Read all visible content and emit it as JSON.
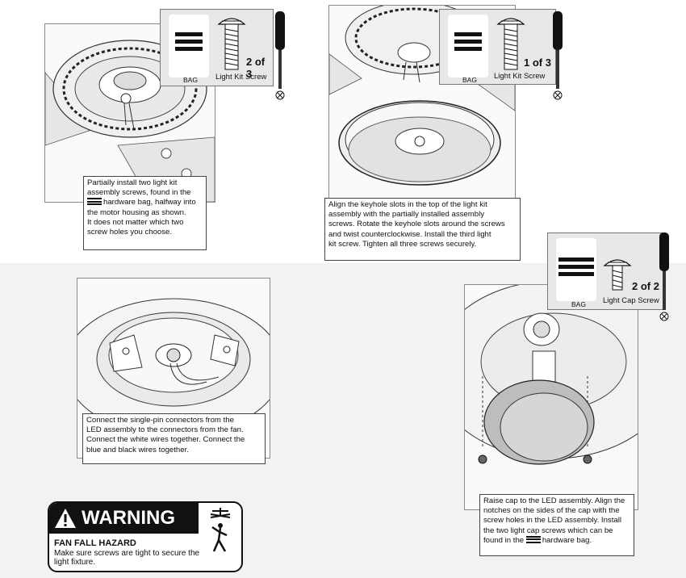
{
  "steps": [
    {
      "caption_lines": [
        "Partially install two light kit",
        "assembly screws, found in the",
        "hardware bag, halfway into",
        "the motor housing as shown.",
        "It does not matter which two",
        "screw holes you choose."
      ],
      "screw_count": "2 of 3",
      "screw_name": "Light Kit Screw",
      "bag_label": "BAG"
    },
    {
      "caption_lines": [
        "Align the keyhole slots in the top of the light kit",
        "assembly with the partially installed assembly",
        "screws. Rotate the keyhole slots around the screws",
        "and twist counterclockwise.  Install the third light",
        "kit screw. Tighten all three screws securely."
      ],
      "screw_count": "1 of 3",
      "screw_name": "Light Kit Screw",
      "bag_label": "BAG"
    },
    {
      "caption_lines": [
        "Connect the single-pin connectors from the",
        "LED assembly to the connectors from the fan.",
        "Connect the white wires together. Connect the",
        "blue and black wires together."
      ]
    },
    {
      "caption_lines": [
        "Raise cap to the LED assembly. Align the",
        "notches on the sides of the cap with the",
        "screw holes in the LED assembly. Install",
        "the two light cap screws which can be",
        "found in the",
        "hardware bag."
      ],
      "screw_count": "2 of 2",
      "screw_name": "Light Cap Screw",
      "bag_label": "BAG"
    }
  ],
  "warning": {
    "heading": "WARNING",
    "title": "FAN FALL HAZARD",
    "text": "Make sure screws are tight to secure the light fixture."
  }
}
